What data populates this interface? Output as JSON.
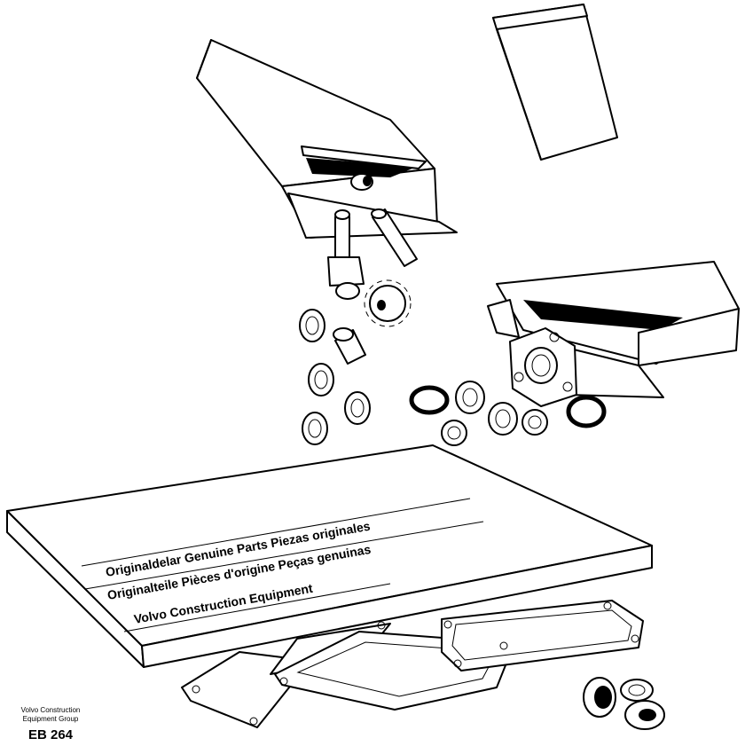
{
  "book": {
    "line1": "Originaldelar Genuine Parts Piezas originales",
    "line2": "Originalteile Pièces d'origine Peças genuinas",
    "line3": "Volvo Construction Equipment"
  },
  "caption": {
    "line1": "Volvo Construction",
    "line2": "Equipment Group",
    "code": "EB 264"
  },
  "icons": {
    "parts_box_open": "open-parts-box-icon",
    "parts_box_closed": "closed-parts-box-icon",
    "washer": "washer-icon",
    "o_ring": "o-ring-icon",
    "gear": "gear-icon",
    "gasket": "gasket-icon",
    "bearing": "bearing-icon"
  }
}
